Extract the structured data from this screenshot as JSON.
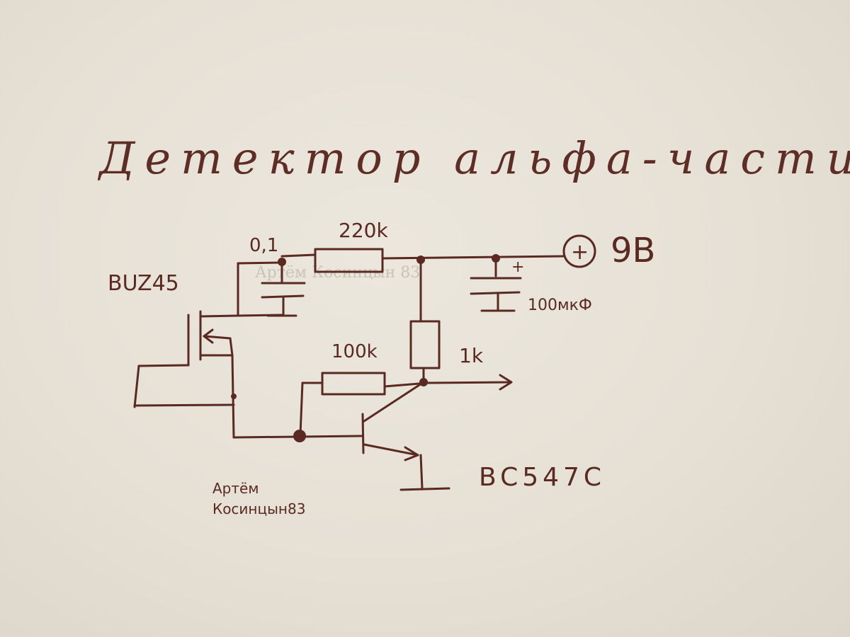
{
  "title": "Детектор альфа-частиц",
  "watermark": "Артём Косинцын 83",
  "labels": {
    "transistor_fet": "BUZ45",
    "transistor_bjt": "BC547C",
    "capacitor_input": "0,1",
    "resistor_top": "220k",
    "capacitor_supply": "100мкФ",
    "resistor_load": "1k",
    "resistor_feedback": "100k",
    "supply": "9В",
    "supply_sign": "+",
    "capacitor_polarity": "+",
    "author_line1": "Артём",
    "author_line2": "Косинцын83"
  },
  "colors": {
    "ink": "#5a2a22",
    "paper": "#e8e2d8"
  }
}
